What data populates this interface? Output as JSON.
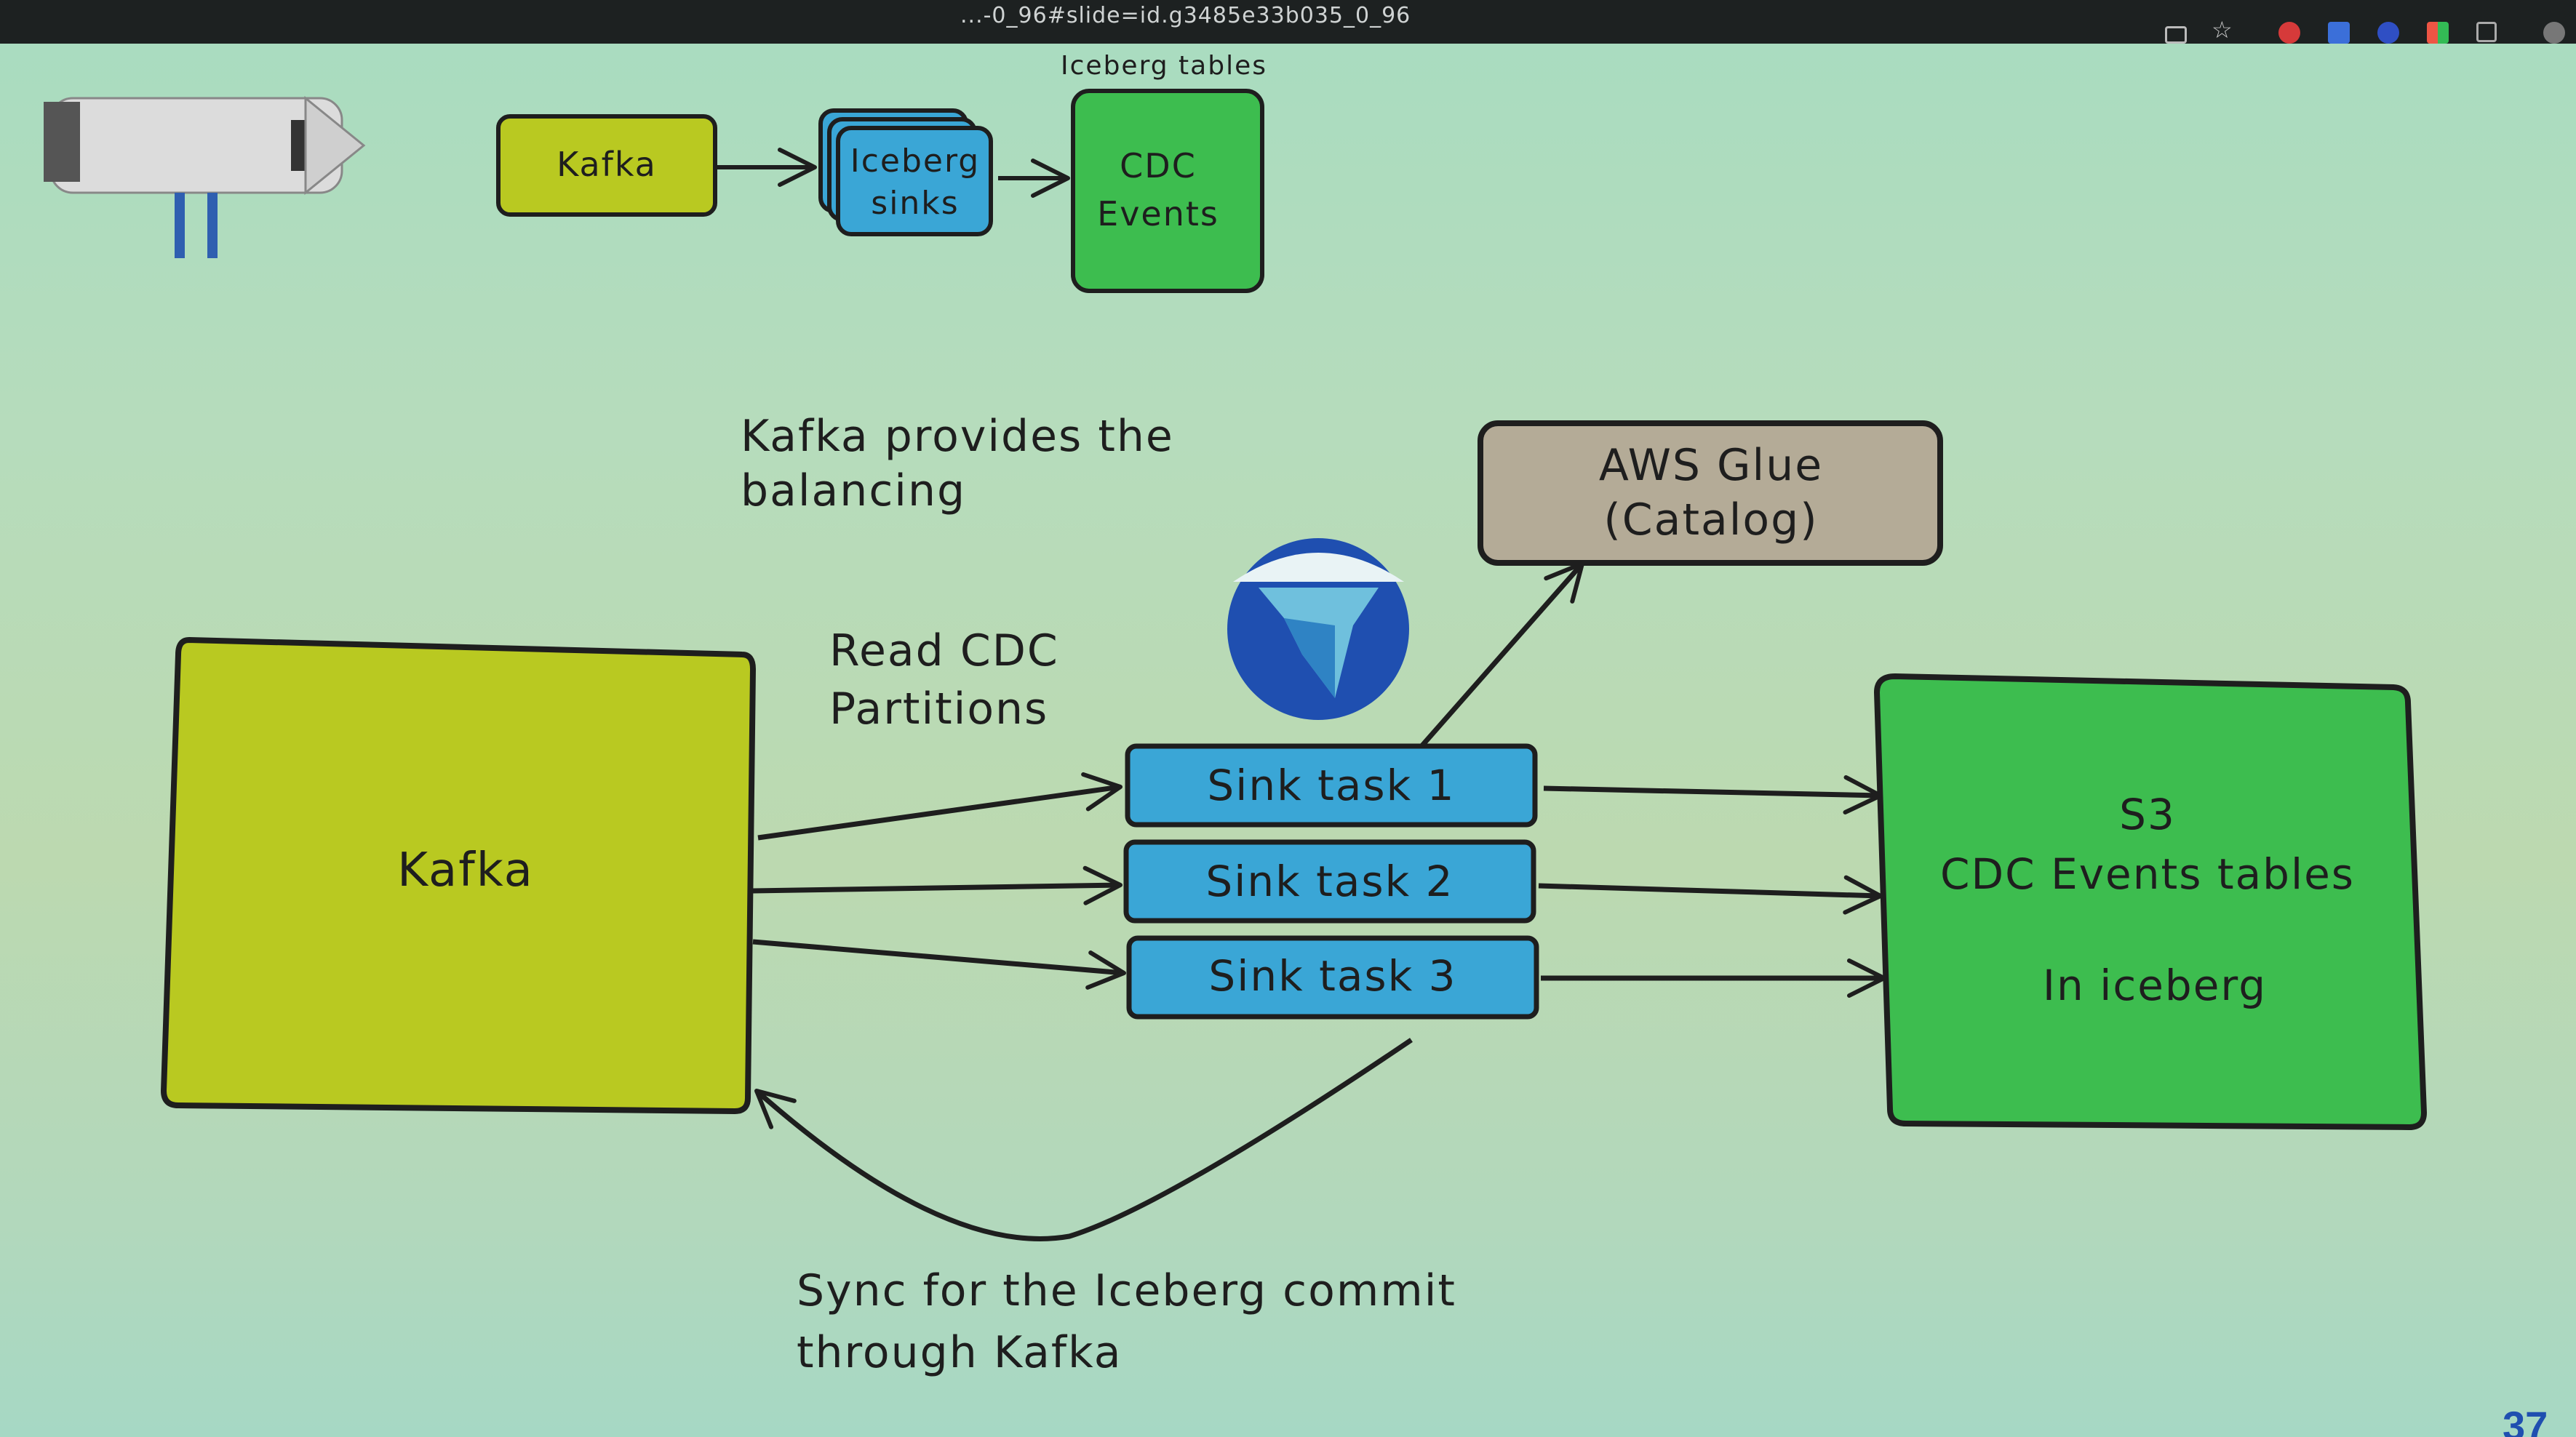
{
  "browser": {
    "url_fragment": "...-0_96#slide=id.g3485e33b035_0_96"
  },
  "top_row": {
    "kafka_label": "Kafka",
    "sinks_line1": "Iceberg",
    "sinks_line2": "sinks",
    "tables_caption": "Iceberg tables",
    "cdc_line1": "CDC",
    "cdc_line2": "Events"
  },
  "main": {
    "balancing_note_line1": "Kafka provides the",
    "balancing_note_line2": "balancing",
    "read_line1": "Read CDC",
    "read_line2": "Partitions",
    "kafka_label": "Kafka",
    "glue_line1": "AWS Glue",
    "glue_line2": "(Catalog)",
    "sink_tasks": [
      "Sink task 1",
      "Sink task 2",
      "Sink task 3"
    ],
    "s3_line1": "S3",
    "s3_line2": "CDC Events tables",
    "s3_line3": "In iceberg",
    "sync_note_line1": "Sync for the Iceberg commit",
    "sync_note_line2": "through Kafka"
  },
  "slide_number": "37",
  "colors": {
    "kafka_fill": "#b9c921",
    "sink_fill": "#3aa6d6",
    "green_fill": "#3dbd4f",
    "glue_fill": "#b4ab97",
    "stroke": "#1e1e1e"
  },
  "icons": [
    "rocket-illustration",
    "iceberg-logo-icon"
  ]
}
